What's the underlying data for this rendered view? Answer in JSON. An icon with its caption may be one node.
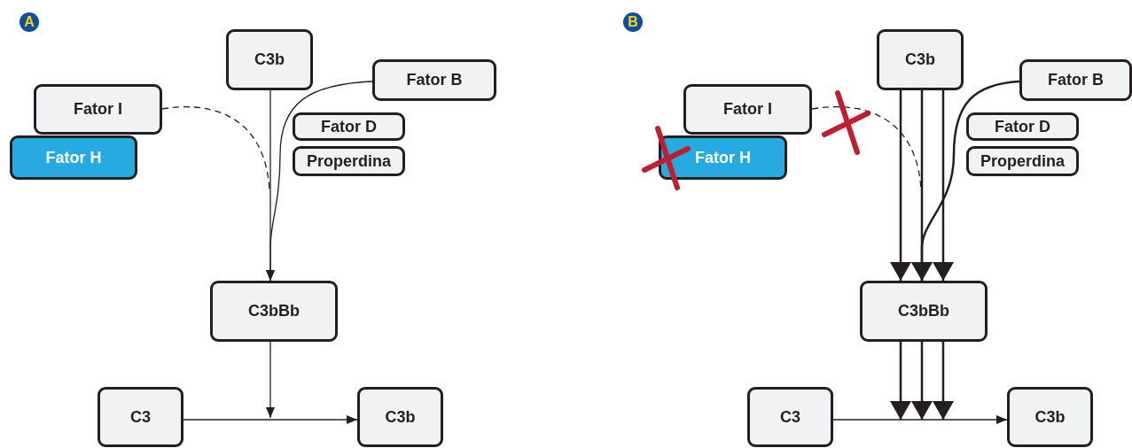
{
  "diagram": {
    "nodes": [
      {
        "text": [
          "A"
        ]
      },
      {
        "text": [
          "C3b"
        ]
      },
      {
        "text": [
          "Fator B"
        ]
      },
      {
        "text": [
          "Fator I"
        ]
      },
      {
        "text": [
          "Fator D"
        ]
      },
      {
        "text": [
          "Fator H"
        ]
      },
      {
        "text": [
          "Properdina"
        ]
      },
      {
        "text": [
          "C3bBb"
        ]
      },
      {
        "text": [
          "C3"
        ]
      },
      {
        "text": [
          "C3b"
        ]
      },
      {
        "text": [
          "B"
        ]
      },
      {
        "text": [
          "C3b"
        ]
      },
      {
        "text": [
          "Fator B"
        ]
      },
      {
        "text": [
          "Fator I"
        ]
      },
      {
        "text": [
          "Fator D"
        ]
      },
      {
        "text": [
          "Fator H"
        ]
      },
      {
        "text": [
          "Properdina"
        ]
      },
      {
        "text": [
          "C3bBb"
        ]
      },
      {
        "text": [
          "C3"
        ]
      },
      {
        "text": [
          "C3b"
        ]
      }
    ],
    "edges": [
      {
        "from": 1,
        "to": 7,
        "arrow": "to"
      },
      {
        "from": 2,
        "to": 7,
        "arrow": "to"
      },
      {
        "from": 3,
        "to": null,
        "arrow": "none",
        "style": "dashed"
      },
      {
        "from": 7,
        "to": null,
        "arrow": "to"
      },
      {
        "from": 8,
        "to": 9,
        "arrow": "to"
      },
      {
        "from": 11,
        "to": 17,
        "arrow": "to"
      },
      {
        "from": 11,
        "to": 17,
        "arrow": "to"
      },
      {
        "from": 11,
        "to": 17,
        "arrow": "to"
      },
      {
        "from": 12,
        "to": 17,
        "arrow": "to"
      },
      {
        "from": 13,
        "to": null,
        "arrow": "none",
        "style": "dashed"
      },
      {
        "from": 17,
        "to": null,
        "arrow": "to"
      },
      {
        "from": 17,
        "to": null,
        "arrow": "to"
      },
      {
        "from": 17,
        "to": null,
        "arrow": "to"
      },
      {
        "from": 18,
        "to": 19,
        "arrow": "to"
      }
    ]
  }
}
